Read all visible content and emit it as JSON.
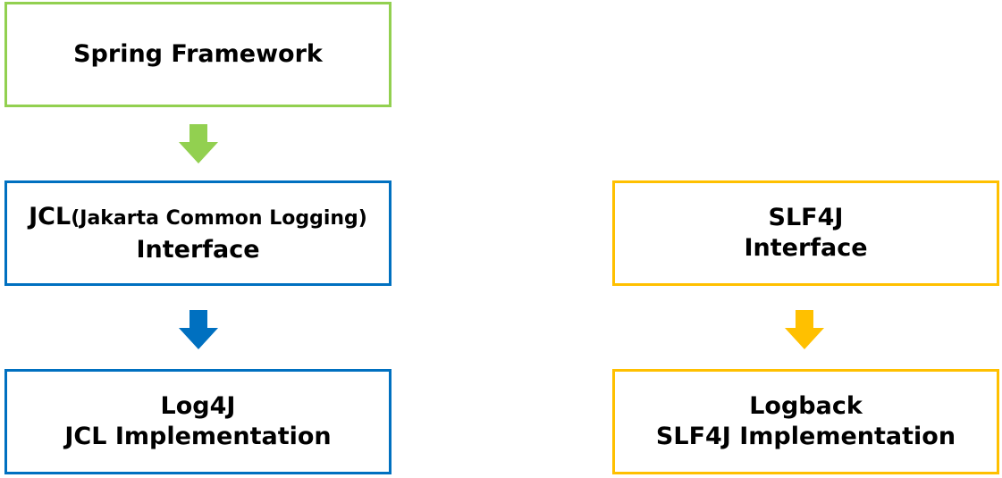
{
  "colors": {
    "green": "#92D050",
    "blue": "#0070C0",
    "gold": "#FFC000"
  },
  "boxes": {
    "spring": {
      "line1": "Spring Framework"
    },
    "jcl": {
      "line1_main": "JCL",
      "line1_paren": "(Jakarta Common Logging)",
      "line2": "Interface"
    },
    "log4j": {
      "line1": "Log4J",
      "line2": "JCL Implementation"
    },
    "slf4j": {
      "line1": "SLF4J",
      "line2": "Interface"
    },
    "logback": {
      "line1": "Logback",
      "line2": "SLF4J Implementation"
    }
  },
  "arrows": [
    {
      "from": "spring",
      "to": "jcl",
      "color_key": "green",
      "icon": "arrow-down-icon"
    },
    {
      "from": "jcl",
      "to": "log4j",
      "color_key": "blue",
      "icon": "arrow-down-icon"
    },
    {
      "from": "slf4j",
      "to": "logback",
      "color_key": "gold",
      "icon": "arrow-down-icon"
    }
  ]
}
